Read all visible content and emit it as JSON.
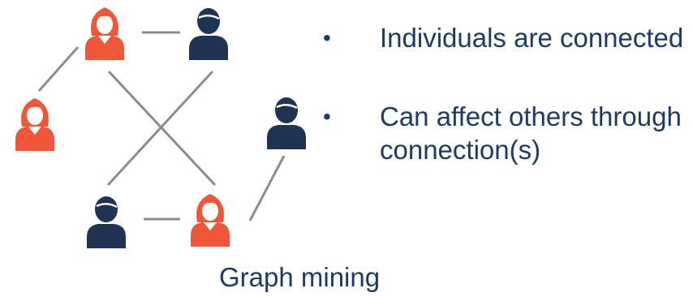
{
  "colors": {
    "female": "#f0573a",
    "male": "#1e3452",
    "edge": "#8c8c8c",
    "text": "#1f3a63"
  },
  "icons": {
    "female": "female-person-icon",
    "male": "male-person-icon"
  },
  "bullets": [
    {
      "text": "Individuals are connected"
    },
    {
      "text": "Can affect others through connection(s)"
    }
  ],
  "caption": "Graph mining"
}
